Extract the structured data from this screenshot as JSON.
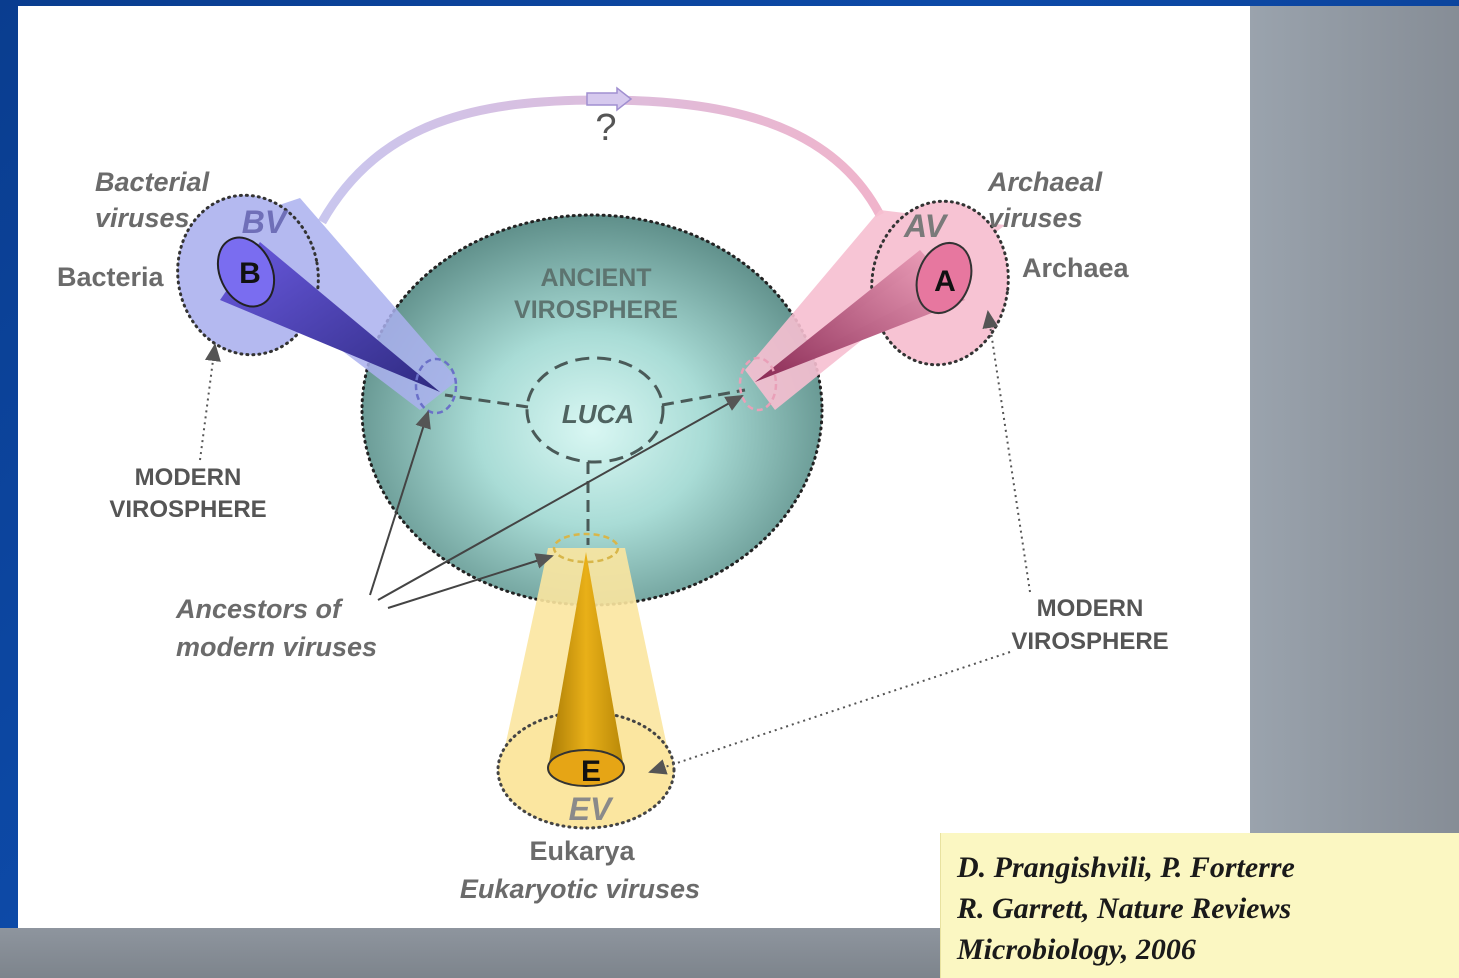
{
  "diagram": {
    "question_mark": "?",
    "bacteria_section": {
      "group_label_line1": "Bacterial",
      "group_label_line2": "viruses",
      "abbr": "BV",
      "domain": "Bacteria",
      "letter": "B"
    },
    "archaea_section": {
      "group_label_line1": "Archaeal",
      "group_label_line2": "viruses",
      "abbr": "AV",
      "domain": "Archaea",
      "letter": "A"
    },
    "eukarya_section": {
      "letter": "E",
      "abbr": "EV",
      "domain": "Eukarya",
      "group_label": "Eukaryotic viruses"
    },
    "ancient": {
      "line1": "ANCIENT",
      "line2": "VIROSPHERE"
    },
    "luca": "LUCA",
    "modern_left": {
      "line1": "MODERN",
      "line2": "VIROSPHERE"
    },
    "modern_right": {
      "line1": "MODERN",
      "line2": "VIROSPHERE"
    },
    "ancestors": {
      "line1": "Ancestors of",
      "line2": "modern viruses"
    },
    "colors": {
      "bacteria": "#7b6fe0",
      "archaea": "#e88fb0",
      "eukarya": "#e0b020",
      "ancient": "#6fa39e"
    }
  },
  "citation": {
    "line1": "D. Prangishvili, P. Forterre",
    "line2": "R. Garrett, Nature Reviews",
    "line3": "Microbiology, 2006"
  }
}
